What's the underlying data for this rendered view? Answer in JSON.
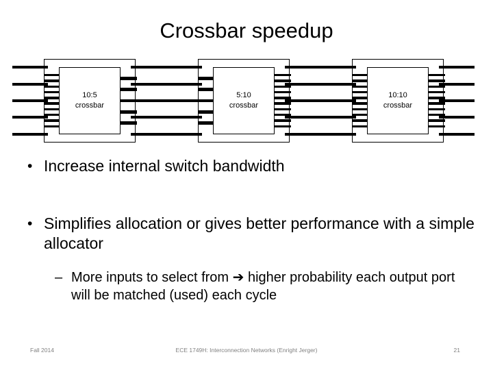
{
  "slide": {
    "title": "Crossbar speedup",
    "background_color": "#ffffff",
    "text_color": "#000000",
    "footer_color": "#808080"
  },
  "diagrams": [
    {
      "name": "crossbar-10-5",
      "ratio_label": "10:5",
      "type_label": "crossbar",
      "external_input_ports": 5,
      "external_output_ports": 5,
      "internal_input_links": 10,
      "internal_output_links": 5
    },
    {
      "name": "crossbar-5-10",
      "ratio_label": "5:10",
      "type_label": "crossbar",
      "external_input_ports": 5,
      "external_output_ports": 5,
      "internal_input_links": 5,
      "internal_output_links": 10
    },
    {
      "name": "crossbar-10-10",
      "ratio_label": "10:10",
      "type_label": "crossbar",
      "external_input_ports": 5,
      "external_output_ports": 5,
      "internal_input_links": 10,
      "internal_output_links": 10
    }
  ],
  "body": {
    "bullet1": "Increase internal switch bandwidth",
    "bullet2": "Simplifies allocation or gives better performance with a simple allocator",
    "subbullet1": "More inputs to select from ➔ higher probability each output port will be matched (used) each cycle"
  },
  "footer": {
    "left": "Fall 2014",
    "center": "ECE 1749H: Interconnection Networks (Enright Jerger)",
    "page_number": "21"
  }
}
